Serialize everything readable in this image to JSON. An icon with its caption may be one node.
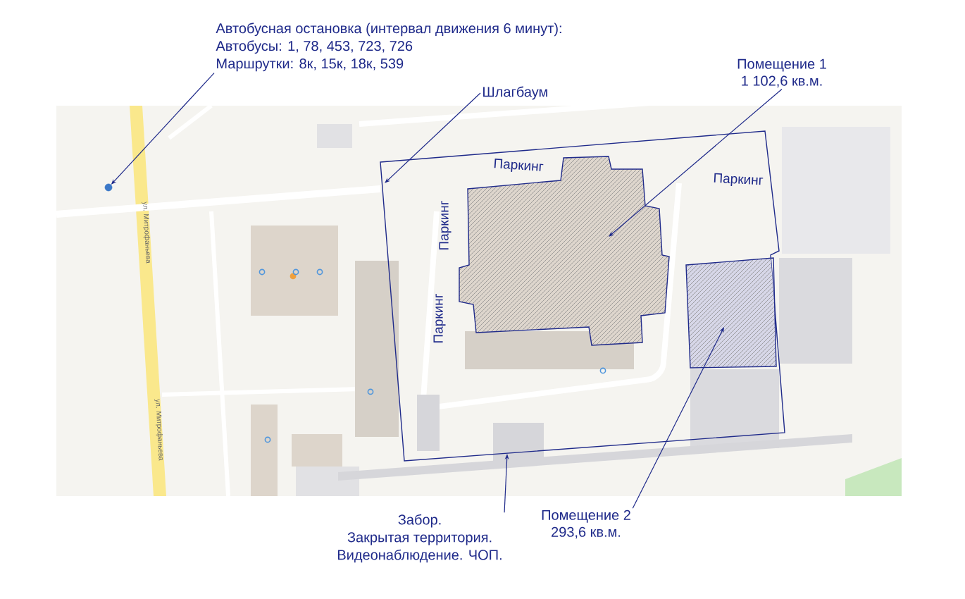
{
  "diagram": {
    "nodes": [
      {
        "text": [
          "Паркинг",
          "Паркинг",
          "Паркинг",
          "Паркинг"
        ]
      },
      {
        "text": [],
        "shape": "box",
        "in": 0
      },
      {
        "text": [],
        "shape": "box",
        "in": 0
      },
      {
        "text": [
          "Автобусная остановка (интервал движения 6 минут):",
          "Автобусы: 1, 78, 453, 723, 726",
          "Маршрутки: 8к, 15к, 18к, 539"
        ]
      },
      {
        "text": [],
        "shape": "circle"
      },
      {
        "text": [
          "Шлагбаум"
        ]
      },
      {
        "text": [
          "Помещение 1",
          "1 102,6 кв.м."
        ]
      },
      {
        "text": [
          "Забор.",
          "Закрытая территория.",
          "Видеонаблюдение. ЧОП."
        ]
      },
      {
        "text": [
          "Помещение 2",
          "293,6 кв.м."
        ]
      }
    ],
    "edges": [
      {
        "from": 3,
        "to": 4,
        "arrow": "to"
      },
      {
        "from": 5,
        "to": 0,
        "arrow": "to"
      },
      {
        "from": 6,
        "to": 1,
        "arrow": "to"
      },
      {
        "from": 7,
        "to": 0,
        "arrow": "to"
      },
      {
        "from": 8,
        "to": 2,
        "arrow": "to"
      }
    ],
    "labels": [
      "ул. Митрофаньева",
      "ул. Митрофаньева"
    ]
  }
}
